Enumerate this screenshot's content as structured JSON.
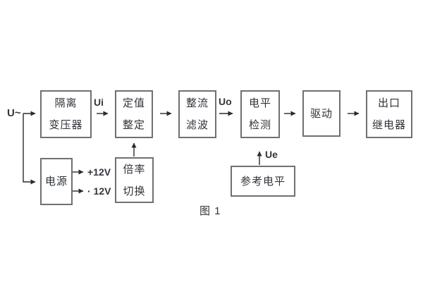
{
  "figure": {
    "caption": "图 1",
    "input_label": "U~",
    "signal_labels": {
      "ui": "Ui",
      "uo": "Uo",
      "ue": "Ue"
    },
    "power_rails": {
      "positive": "+12V",
      "negative": "· 12V"
    },
    "blocks": {
      "isolation_transformer": {
        "line1": "隔离",
        "line2": "变压器"
      },
      "setpoint_setting": {
        "line1": "定值",
        "line2": "整定"
      },
      "rectifier_filter": {
        "line1": "整流",
        "line2": "滤波"
      },
      "level_detection": {
        "line1": "电平",
        "line2": "检测"
      },
      "driver": {
        "line1": "驱动"
      },
      "output_relay": {
        "line1": "出口",
        "line2": "继电器"
      },
      "power_supply": {
        "line1": "电源"
      },
      "ratio_switching": {
        "line1": "倍率",
        "line2": "切换"
      },
      "reference_level": {
        "line1": "参考电平"
      }
    },
    "colors": {
      "background": "#ffffff",
      "box_border": "#707070",
      "wire": "#2b2b2b",
      "text": "#2f3237"
    }
  }
}
